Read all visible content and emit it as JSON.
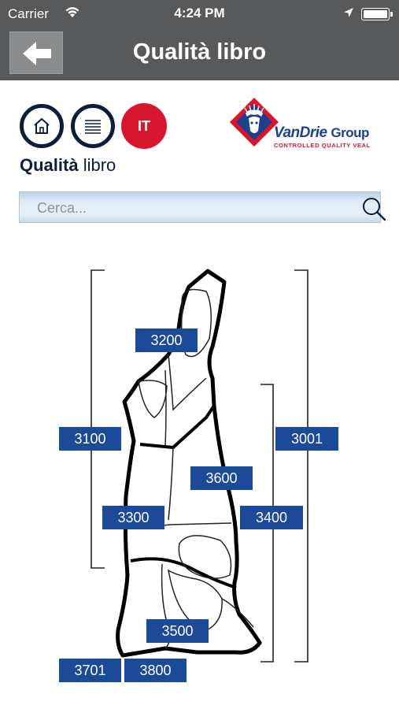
{
  "status_bar": {
    "carrier": "Carrier",
    "time": "4:24 PM"
  },
  "nav": {
    "title": "Qualità libro",
    "back_icon": "arrow-left-icon"
  },
  "toolbar": {
    "home_icon": "home-icon",
    "menu_icon": "list-menu-icon",
    "language": "IT"
  },
  "logo": {
    "brand_name": "VanDrie",
    "brand_suffix": "Group",
    "tagline": "CONTROLLED QUALITY VEAL"
  },
  "heading": {
    "bold": "Qualità",
    "regular": "libro"
  },
  "search": {
    "placeholder": "Cerca...",
    "value": ""
  },
  "diagram": {
    "codes": [
      "3200",
      "3100",
      "3001",
      "3600",
      "3300",
      "3400",
      "3500",
      "3701",
      "3800"
    ]
  },
  "colors": {
    "navbar": "#58595b",
    "label_blue": "#1b4a98",
    "accent_red": "#d8172f",
    "dark_navy": "#0d1d3a"
  }
}
